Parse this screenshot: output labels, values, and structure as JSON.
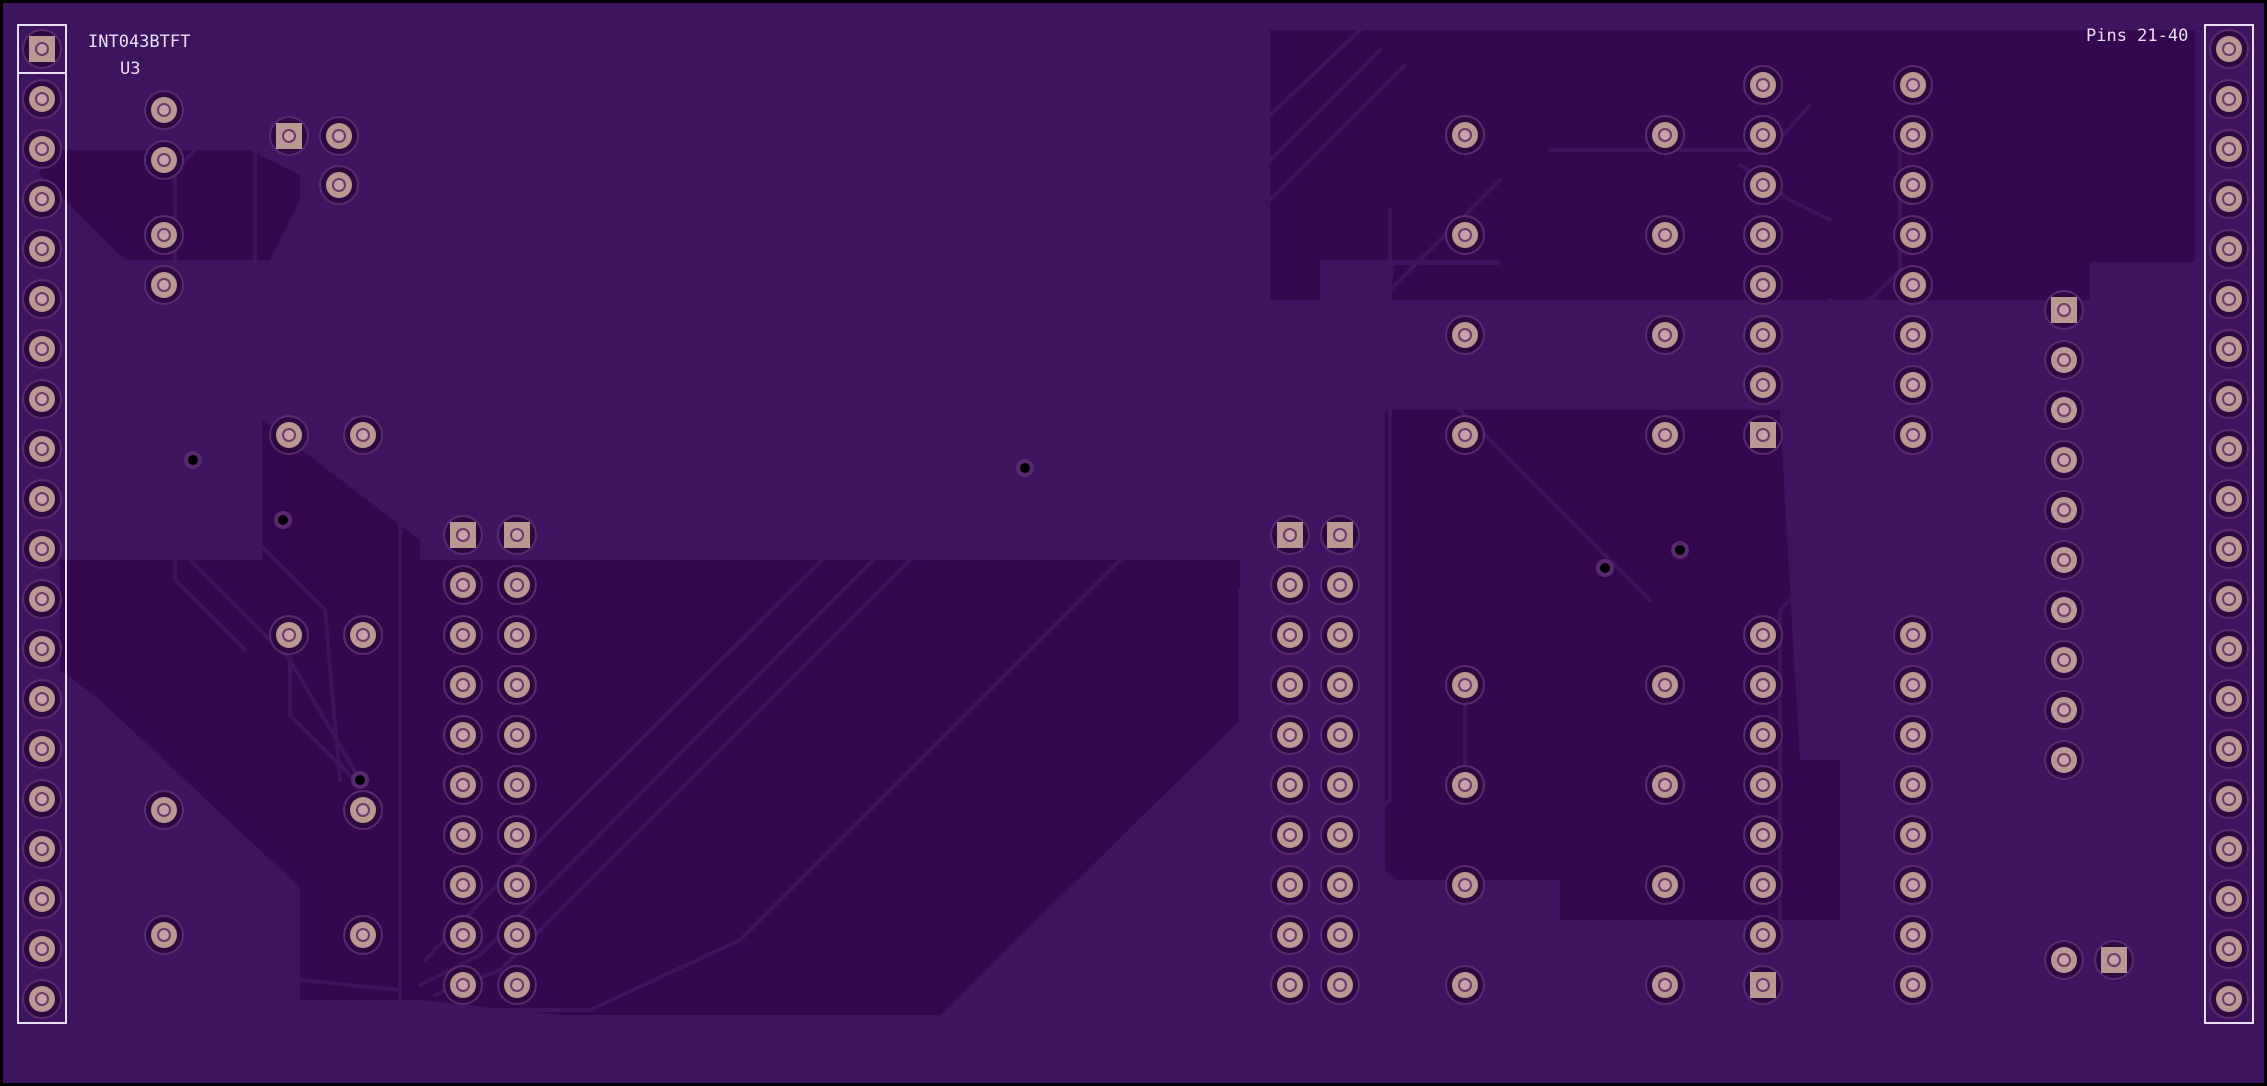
{
  "board": {
    "substrate_color": "#3d1460",
    "copper_color": "#33084f",
    "trace_color": "#3d145e",
    "pad_color": "#b89890",
    "silk_color": "#e8e0f0"
  },
  "silkscreen": {
    "component_value": "INT043BTFT",
    "component_ref": "U3",
    "header_note": "Pins 21-40"
  }
}
